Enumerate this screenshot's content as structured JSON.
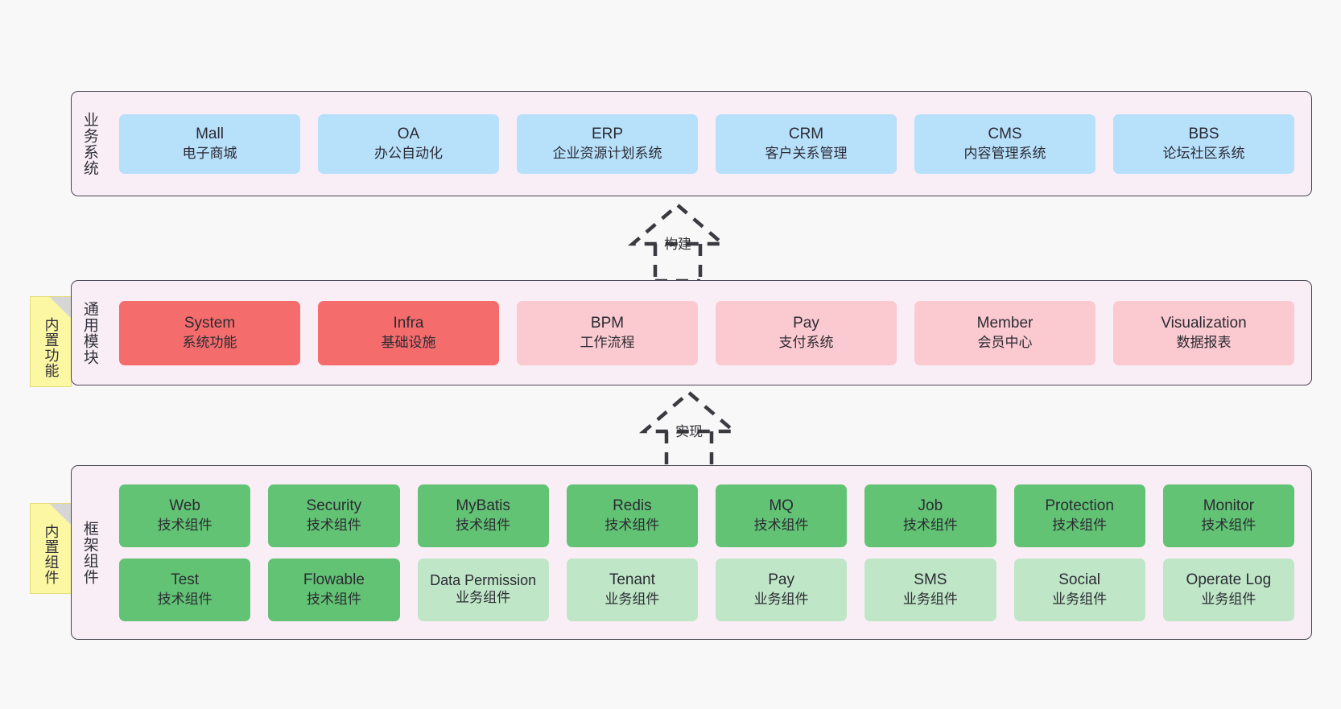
{
  "diagram": {
    "title": "",
    "background_color": "#f8f8f8",
    "section_fill": "#faeef6",
    "section_border": "#4a4552",
    "note_color": "#fbf7a2"
  },
  "sections": [
    {
      "key": "business",
      "label": "业务系统",
      "accent": "#b7e0fb",
      "cards": [
        {
          "title": "Mall",
          "subtitle": "电子商城",
          "color": "#b7e0fb"
        },
        {
          "title": "OA",
          "subtitle": "办公自动化",
          "color": "#b7e0fb"
        },
        {
          "title": "ERP",
          "subtitle": "企业资源计划系统",
          "color": "#b7e0fb"
        },
        {
          "title": "CRM",
          "subtitle": "客户关系管理",
          "color": "#b7e0fb"
        },
        {
          "title": "CMS",
          "subtitle": "内容管理系统",
          "color": "#b7e0fb"
        },
        {
          "title": "BBS",
          "subtitle": "论坛社区系统",
          "color": "#b7e0fb"
        }
      ]
    },
    {
      "key": "common",
      "label": "通用模块",
      "note": "内置功能",
      "accent": "#f56c6c",
      "cards": [
        {
          "title": "System",
          "subtitle": "系统功能",
          "color": "#f56c6c"
        },
        {
          "title": "Infra",
          "subtitle": "基础设施",
          "color": "#f56c6c"
        },
        {
          "title": "BPM",
          "subtitle": "工作流程",
          "color": "#fbc9d0"
        },
        {
          "title": "Pay",
          "subtitle": "支付系统",
          "color": "#fbc9d0"
        },
        {
          "title": "Member",
          "subtitle": "会员中心",
          "color": "#fbc9d0"
        },
        {
          "title": "Visualization",
          "subtitle": "数据报表",
          "color": "#fbc9d0"
        }
      ]
    },
    {
      "key": "framework",
      "label": "框架组件",
      "note": "内置组件",
      "accent": "#62c374",
      "row1": [
        {
          "title": "Web",
          "subtitle": "技术组件",
          "color": "#62c374"
        },
        {
          "title": "Security",
          "subtitle": "技术组件",
          "color": "#62c374"
        },
        {
          "title": "MyBatis",
          "subtitle": "技术组件",
          "color": "#62c374"
        },
        {
          "title": "Redis",
          "subtitle": "技术组件",
          "color": "#62c374"
        },
        {
          "title": "MQ",
          "subtitle": "技术组件",
          "color": "#62c374"
        },
        {
          "title": "Job",
          "subtitle": "技术组件",
          "color": "#62c374"
        },
        {
          "title": "Protection",
          "subtitle": "技术组件",
          "color": "#62c374"
        },
        {
          "title": "Monitor",
          "subtitle": "技术组件",
          "color": "#62c374"
        }
      ],
      "row2": [
        {
          "title": "Test",
          "subtitle": "技术组件",
          "color": "#62c374"
        },
        {
          "title": "Flowable",
          "subtitle": "技术组件",
          "color": "#62c374"
        },
        {
          "title": "Data Permission",
          "subtitle": "业务组件",
          "color": "#bfe6c7"
        },
        {
          "title": "Tenant",
          "subtitle": "业务组件",
          "color": "#bfe6c7"
        },
        {
          "title": "Pay",
          "subtitle": "业务组件",
          "color": "#bfe6c7"
        },
        {
          "title": "SMS",
          "subtitle": "业务组件",
          "color": "#bfe6c7"
        },
        {
          "title": "Social",
          "subtitle": "业务组件",
          "color": "#bfe6c7"
        },
        {
          "title": "Operate Log",
          "subtitle": "业务组件",
          "color": "#bfe6c7"
        }
      ]
    }
  ],
  "connectors": [
    {
      "key": "build",
      "label": "构建",
      "style": "dashed-generalization",
      "direction": "up"
    },
    {
      "key": "implement",
      "label": "实现",
      "style": "dashed-generalization",
      "direction": "up"
    }
  ]
}
